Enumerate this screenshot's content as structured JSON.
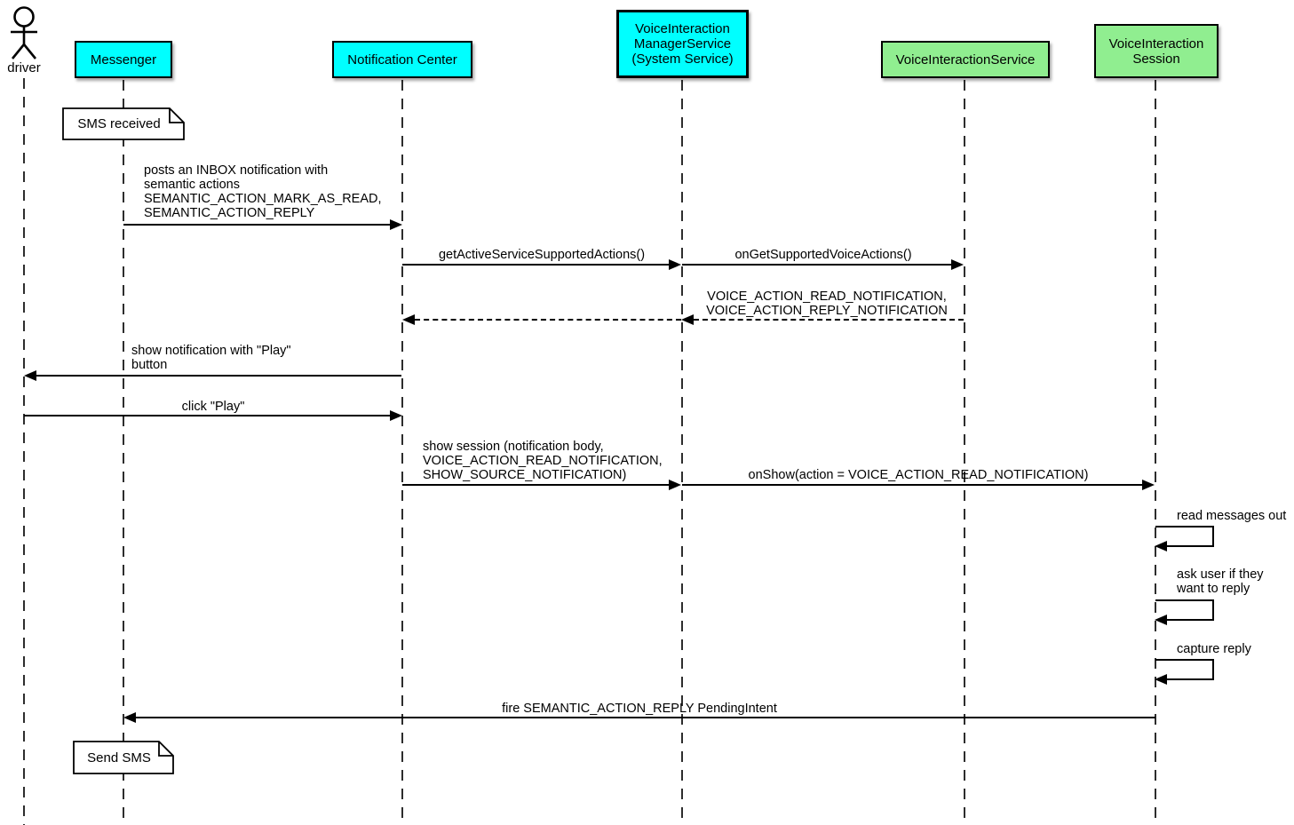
{
  "diagram": {
    "kind": "uml-sequence",
    "colors": {
      "system_participant": "#00ffff",
      "voice_participant": "#90ee90",
      "line": "#000000",
      "note_bg": "#ffffff"
    },
    "actor": {
      "label": "driver"
    },
    "participants": [
      {
        "label": "Messenger",
        "color": "#00ffff"
      },
      {
        "label": "Notification Center",
        "color": "#00ffff"
      },
      {
        "label": "VoiceInteraction\nManagerService\n(System Service)",
        "color": "#00ffff"
      },
      {
        "label": "VoiceInteractionService",
        "color": "#90ee90"
      },
      {
        "label": "VoiceInteraction\nSession",
        "color": "#90ee90"
      }
    ],
    "notes": [
      {
        "text": "SMS received",
        "near": "Messenger"
      },
      {
        "text": "Send SMS",
        "near": "Messenger"
      }
    ],
    "messages": [
      {
        "text": "posts an INBOX notification with\nsemantic actions\nSEMANTIC_ACTION_MARK_AS_READ,\nSEMANTIC_ACTION_REPLY",
        "from": "Messenger",
        "to": "Notification Center",
        "style": "solid"
      },
      {
        "text": "getActiveServiceSupportedActions()",
        "from": "Notification Center",
        "to": "VoiceInteractionManagerService (System Service)",
        "style": "solid"
      },
      {
        "text": "onGetSupportedVoiceActions()",
        "from": "VoiceInteractionManagerService (System Service)",
        "to": "VoiceInteractionService",
        "style": "solid"
      },
      {
        "text": "VOICE_ACTION_READ_NOTIFICATION,\nVOICE_ACTION_REPLY_NOTIFICATION",
        "from": "VoiceInteractionService",
        "to": "Notification Center",
        "style": "dashed-return"
      },
      {
        "text": "show notification with \"Play\"\nbutton",
        "from": "Notification Center",
        "to": "driver",
        "style": "solid"
      },
      {
        "text": "click \"Play\"",
        "from": "driver",
        "to": "Notification Center",
        "style": "solid"
      },
      {
        "text": "show session (notification body,\nVOICE_ACTION_READ_NOTIFICATION,\nSHOW_SOURCE_NOTIFICATION)",
        "from": "Notification Center",
        "to": "VoiceInteractionManagerService (System Service)",
        "style": "solid"
      },
      {
        "text": "onShow(action = VOICE_ACTION_READ_NOTIFICATION)",
        "from": "VoiceInteractionManagerService (System Service)",
        "to": "VoiceInteractionSession",
        "style": "solid"
      },
      {
        "text": "read messages out",
        "from": "VoiceInteractionSession",
        "to": "VoiceInteractionSession",
        "style": "self"
      },
      {
        "text": "ask user if they\nwant to reply",
        "from": "VoiceInteractionSession",
        "to": "VoiceInteractionSession",
        "style": "self"
      },
      {
        "text": "capture reply",
        "from": "VoiceInteractionSession",
        "to": "VoiceInteractionSession",
        "style": "self"
      },
      {
        "text": "fire SEMANTIC_ACTION_REPLY PendingIntent",
        "from": "VoiceInteractionSession",
        "to": "Messenger",
        "style": "solid"
      }
    ]
  }
}
